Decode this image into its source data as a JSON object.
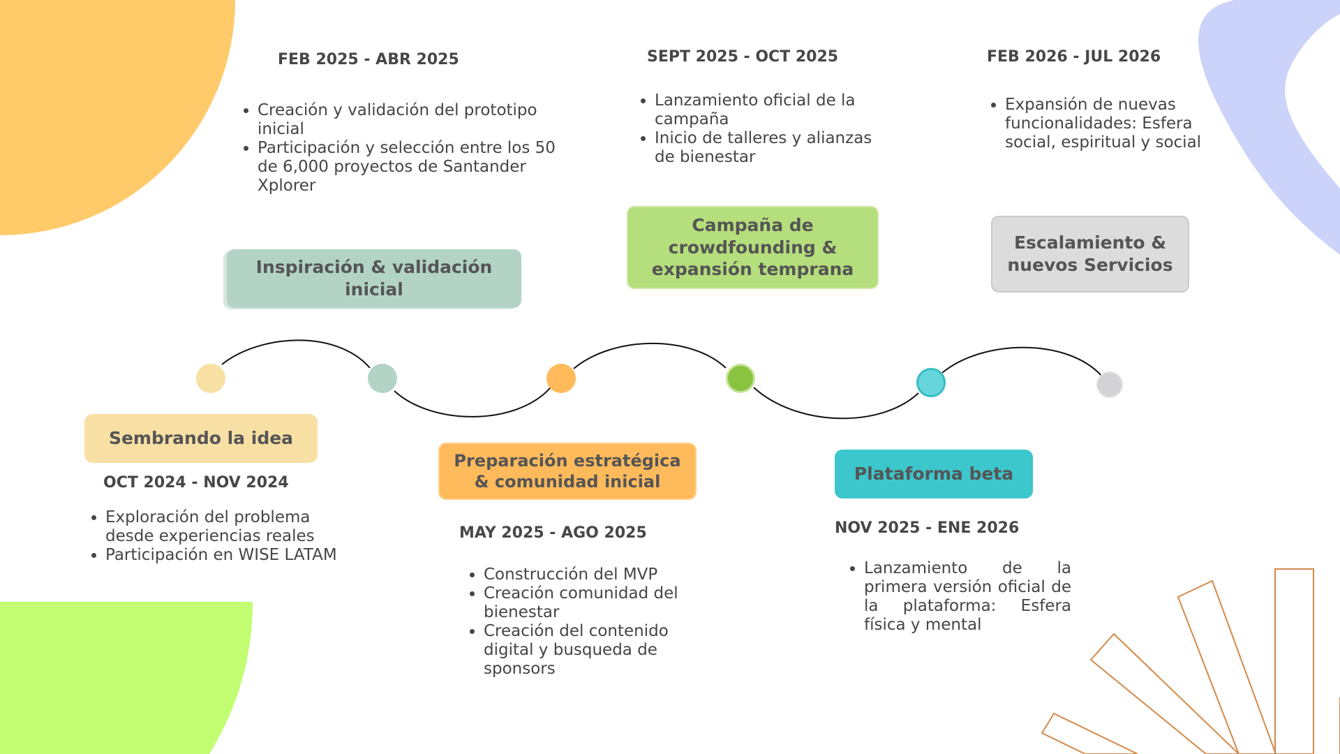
{
  "colors": {
    "accent_orange": "#FECA6A",
    "accent_lime": "#C3FD71",
    "accent_periwinkle": "#CBD3FA",
    "sembrando": "#F8DFA4",
    "inspiracion": "#B3D3C7",
    "preparacion": "#FFBA5C",
    "campana": "#B5DE7C",
    "beta": "#3BC7CC",
    "escalamiento": "#DCDCDC",
    "deco_lines": "#D3894B"
  },
  "stages": [
    {
      "title": "Sembrando la idea",
      "date": "OCT 2024 - NOV 2024",
      "bullets": [
        "Exploración del problema desde experiencias reales",
        "Participación en WISE LATAM"
      ]
    },
    {
      "title": "Inspiración & validación inicial",
      "date": "FEB 2025 - ABR 2025",
      "bullets": [
        "Creación y validación del prototipo inicial",
        "Participación y selección entre los 50 de 6,000 proyectos de Santander Xplorer"
      ]
    },
    {
      "title": "Preparación estratégica & comunidad inicial",
      "date": "MAY 2025 - AGO 2025",
      "bullets": [
        "Construcción del MVP",
        "Creación comunidad del bienestar",
        "Creación del contenido digital y busqueda de sponsors"
      ]
    },
    {
      "title": "Campaña de crowdfounding & expansión temprana",
      "date": "SEPT 2025 - OCT 2025",
      "bullets": [
        "Lanzamiento oficial de la campaña",
        "Inicio de talleres y alianzas de bienestar"
      ]
    },
    {
      "title": "Plataforma beta",
      "date": "NOV 2025 - ENE 2026",
      "bullets": [
        "Lanzamiento de la primera versión oficial de la plataforma: Esfera física y mental"
      ]
    },
    {
      "title": "Escalamiento & nuevos Servicios",
      "date": "FEB 2026 - JUL 2026",
      "bullets": [
        "Expansión de nuevas funcionalidades: Esfera social, espiritual y social"
      ]
    }
  ]
}
